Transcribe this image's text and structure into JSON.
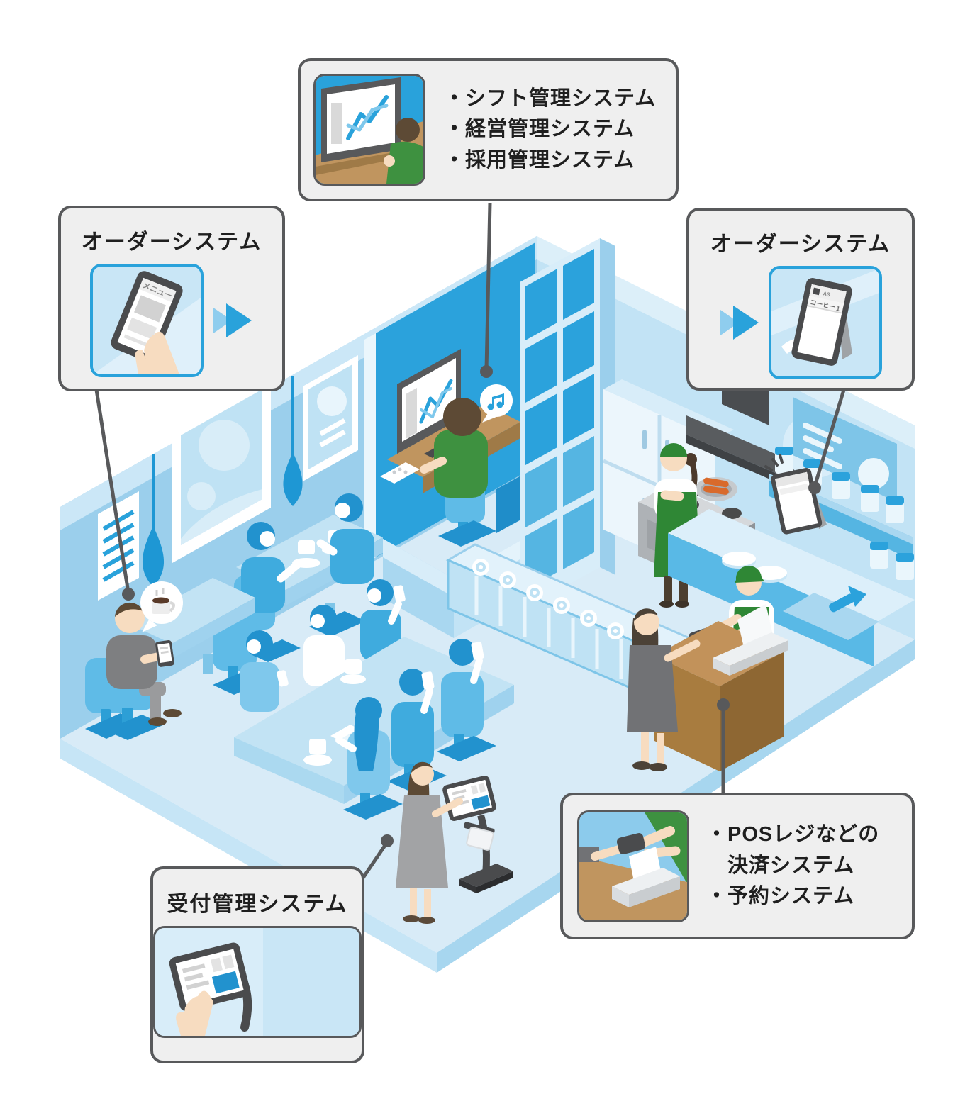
{
  "palette": {
    "accent_blue": "#29A2DB",
    "mid_blue": "#3FABDE",
    "light_blue": "#C9E6F6",
    "panel_gray": "#EFEFEF",
    "border_gray": "#58595B",
    "text_dark": "#1F1F1F",
    "staff_green": "#3E9140",
    "wood_brown": "#C0955F"
  },
  "callouts": {
    "back_office": {
      "bullet": "・",
      "items": [
        "シフト管理システム",
        "経営管理システム",
        "採用管理システム"
      ]
    },
    "order_left": {
      "title": "オーダーシステム",
      "device_screen_title": "メニュー"
    },
    "order_right": {
      "title": "オーダーシステム",
      "order_header": "A3",
      "order_item": "コーヒー",
      "order_qty": "1"
    },
    "pos": {
      "bullet": "・",
      "items": [
        "POSレジなどの決済システム",
        "予約システム"
      ]
    },
    "reception": {
      "title": "受付管理システム"
    }
  }
}
